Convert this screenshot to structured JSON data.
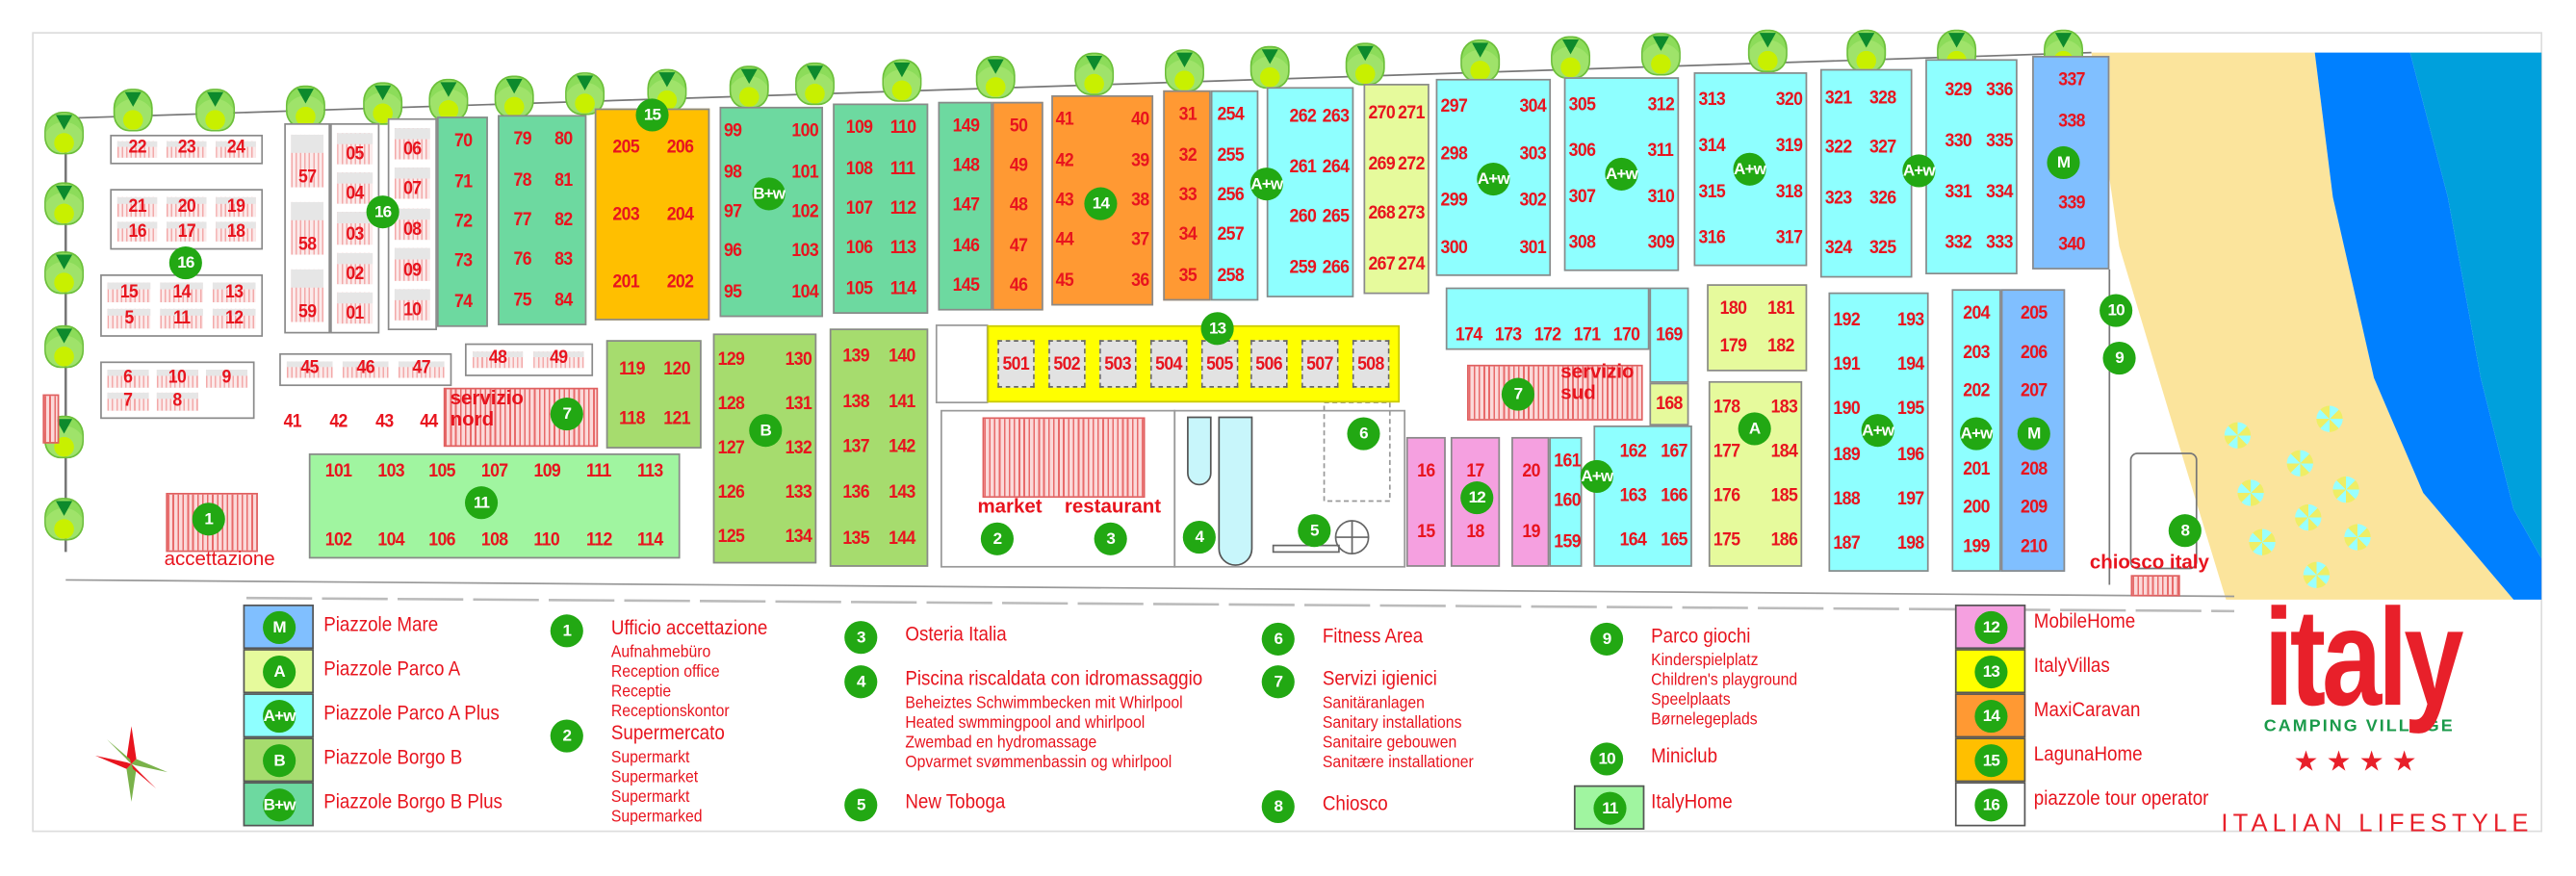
{
  "colors": {
    "mare": "#80bfff",
    "parco_a": "#e6fa9c",
    "parco_a_plus": "#8effff",
    "borgo_b": "#a6dc6e",
    "borgo_b_plus": "#6dd9a0",
    "mobilehome": "#f5a0e0",
    "italyvillas": "#ffff00",
    "maxicaravan": "#ff9933",
    "lagunahome": "#ffbf00",
    "italyhome": "#a0f5a0",
    "tour_operator": "#ffffff",
    "text_red": "#e8141e",
    "badge_green": "#22a813",
    "sand": "#fbe49c",
    "sea": "#0080ff",
    "deep_sea": "#00a0dc"
  },
  "map": {
    "blocks": [
      {
        "zone": "tour_operator",
        "pitches": [
          "22",
          "23",
          "24"
        ]
      },
      {
        "zone": "tour_operator",
        "pitches": [
          "21",
          "20",
          "19",
          "16",
          "17",
          "18"
        ]
      },
      {
        "zone": "tour_operator",
        "pitches": [
          "15",
          "14",
          "13",
          "5",
          "11",
          "12"
        ]
      },
      {
        "zone": "tour_operator",
        "pitches": [
          "6",
          "10",
          "9",
          "7",
          "8"
        ]
      },
      {
        "zone": "tour_operator",
        "pitches": [
          "57",
          "58",
          "59"
        ]
      },
      {
        "zone": "tour_operator",
        "pitches": [
          "05",
          "04",
          "03",
          "02",
          "01"
        ]
      },
      {
        "zone": "tour_operator",
        "pitches": [
          "06",
          "07",
          "08",
          "09",
          "10"
        ]
      },
      {
        "zone": "borgo_b_plus",
        "pitches": [
          "70",
          "71",
          "72",
          "73",
          "74"
        ]
      },
      {
        "zone": "borgo_b_plus",
        "pitches": [
          "79",
          "80",
          "78",
          "81",
          "77",
          "82",
          "76",
          "83",
          "75",
          "84"
        ]
      },
      {
        "zone": "lagunahome",
        "pitches": [
          "205",
          "206",
          "203",
          "204",
          "201",
          "202"
        ]
      },
      {
        "zone": "borgo_b_plus",
        "pitches": [
          "99",
          "100",
          "98",
          "101",
          "97",
          "102",
          "96",
          "103",
          "95",
          "104"
        ]
      },
      {
        "zone": "borgo_b_plus",
        "pitches": [
          "109",
          "110",
          "108",
          "111",
          "107",
          "112",
          "106",
          "113",
          "105",
          "114"
        ]
      },
      {
        "zone": "borgo_b_plus",
        "pitches": [
          "149",
          "148",
          "147",
          "146",
          "145"
        ]
      },
      {
        "zone": "maxicaravan",
        "pitches": [
          "50",
          "49",
          "48",
          "47",
          "46"
        ]
      },
      {
        "zone": "maxicaravan",
        "pitches": [
          "41",
          "40",
          "42",
          "39",
          "43",
          "38",
          "44",
          "37",
          "45",
          "36"
        ]
      },
      {
        "zone": "maxicaravan",
        "pitches": [
          "31",
          "32",
          "33",
          "34",
          "35"
        ]
      },
      {
        "zone": "parco_a_plus",
        "pitches": [
          "254",
          "255",
          "256",
          "257",
          "258"
        ]
      },
      {
        "zone": "parco_a_plus",
        "pitches": [
          "262",
          "263",
          "261",
          "264",
          "260",
          "265",
          "259",
          "266"
        ]
      },
      {
        "zone": "parco_a",
        "pitches": [
          "270",
          "271",
          "269",
          "272",
          "268",
          "273",
          "267",
          "274"
        ]
      },
      {
        "zone": "parco_a_plus",
        "pitches": [
          "297",
          "304",
          "298",
          "303",
          "299",
          "302",
          "300",
          "301"
        ]
      },
      {
        "zone": "parco_a_plus",
        "pitches": [
          "305",
          "312",
          "306",
          "311",
          "307",
          "310",
          "308",
          "309"
        ]
      },
      {
        "zone": "parco_a_plus",
        "pitches": [
          "313",
          "320",
          "314",
          "319",
          "315",
          "318",
          "316",
          "317"
        ]
      },
      {
        "zone": "parco_a_plus",
        "pitches": [
          "321",
          "328",
          "322",
          "327",
          "323",
          "326",
          "324",
          "325"
        ]
      },
      {
        "zone": "parco_a_plus",
        "pitches": [
          "329",
          "336",
          "330",
          "335",
          "331",
          "334",
          "332",
          "333"
        ]
      },
      {
        "zone": "mare",
        "pitches": [
          "337",
          "338",
          "339",
          "340"
        ]
      },
      {
        "zone": "borgo_b",
        "pitches": [
          "119",
          "120",
          "118",
          "121"
        ]
      },
      {
        "zone": "borgo_b",
        "pitches": [
          "129",
          "130",
          "128",
          "131",
          "127",
          "132",
          "126",
          "133",
          "125",
          "134"
        ]
      },
      {
        "zone": "borgo_b",
        "pitches": [
          "139",
          "140",
          "138",
          "141",
          "137",
          "142",
          "136",
          "143",
          "135",
          "144"
        ]
      },
      {
        "zone": "italyhome",
        "pitches": [
          "101",
          "103",
          "105",
          "107",
          "109",
          "111",
          "113",
          "102",
          "104",
          "106",
          "108",
          "110",
          "112",
          "114"
        ]
      },
      {
        "zone": "tour_operator",
        "pitches": [
          "45",
          "46",
          "47"
        ]
      },
      {
        "zone": "tour_operator",
        "pitches": [
          "48",
          "49"
        ]
      },
      {
        "zone": "italyvillas",
        "pitches": [
          "501",
          "502",
          "503",
          "504",
          "505",
          "506",
          "507",
          "508"
        ]
      },
      {
        "zone": "mobilehome",
        "pitches": [
          "16",
          "15"
        ]
      },
      {
        "zone": "mobilehome",
        "pitches": [
          "17",
          "18"
        ]
      },
      {
        "zone": "mobilehome",
        "pitches": [
          "20",
          "19"
        ]
      },
      {
        "zone": "parco_a_plus",
        "pitches": [
          "161",
          "160",
          "159"
        ]
      },
      {
        "zone": "parco_a_plus",
        "pitches": [
          "162",
          "167",
          "163",
          "166",
          "164",
          "165"
        ]
      },
      {
        "zone": "parco_a_plus",
        "pitches": [
          "174",
          "173",
          "172",
          "171",
          "170"
        ]
      },
      {
        "zone": "parco_a_plus",
        "pitches": [
          "169"
        ]
      },
      {
        "zone": "parco_a",
        "pitches": [
          "168"
        ]
      },
      {
        "zone": "parco_a",
        "pitches": [
          "180",
          "181",
          "179",
          "182"
        ]
      },
      {
        "zone": "parco_a",
        "pitches": [
          "178",
          "183",
          "177",
          "184",
          "176",
          "185",
          "175",
          "186"
        ]
      },
      {
        "zone": "parco_a_plus",
        "pitches": [
          "192",
          "193",
          "191",
          "194",
          "190",
          "195",
          "189",
          "196",
          "188",
          "197",
          "187",
          "198"
        ]
      },
      {
        "zone": "parco_a_plus",
        "pitches": [
          "204",
          "203",
          "202",
          "201",
          "200",
          "199"
        ]
      },
      {
        "zone": "mare",
        "pitches": [
          "205",
          "206",
          "207",
          "208",
          "209",
          "210"
        ]
      }
    ],
    "free_pitches": [
      "41",
      "42",
      "43",
      "44"
    ],
    "badges": [
      "16",
      "16",
      "15",
      "1",
      "7",
      "11",
      "B+w",
      "14",
      "A+w",
      "A+w",
      "A+w",
      "A+w",
      "A+w",
      "M",
      "B",
      "13",
      "2",
      "3",
      "4",
      "5",
      "6",
      "7",
      "12",
      "A+w",
      "A",
      "A+w",
      "A+w",
      "M",
      "10",
      "9",
      "8"
    ],
    "facility_labels": {
      "reception": "accettazione",
      "toilets_north": "servizio\nnord",
      "toilets_south": "servizio\nsud",
      "market": "market",
      "restaurant": "restaurant",
      "kiosk": "chiosco italy"
    }
  },
  "legend": {
    "zones": [
      {
        "badge": "M",
        "label": "Piazzole Mare",
        "zone": "mare"
      },
      {
        "badge": "A",
        "label": "Piazzole Parco A",
        "zone": "parco_a"
      },
      {
        "badge": "A+w",
        "label": "Piazzole Parco A Plus",
        "zone": "parco_a_plus"
      },
      {
        "badge": "B",
        "label": "Piazzole Borgo B",
        "zone": "borgo_b"
      },
      {
        "badge": "B+w",
        "label": "Piazzole Borgo B Plus",
        "zone": "borgo_b_plus"
      }
    ],
    "services": [
      {
        "num": "1",
        "title": "Ufficio accettazione",
        "lines": [
          "Aufnahmebüro",
          "Reception office",
          "Receptie",
          "Receptionskontor"
        ]
      },
      {
        "num": "2",
        "title": "Supermercato",
        "lines": [
          "Supermarkt",
          "Supermarket",
          "Supermarkt",
          "Supermarked"
        ]
      },
      {
        "num": "3",
        "title": "Osteria Italia",
        "lines": []
      },
      {
        "num": "4",
        "title": "Piscina riscaldata con idromassaggio",
        "lines": [
          "Beheiztes Schwimmbecken mit Whirlpool",
          "Heated swmmingpool and whirlpool",
          "Zwembad en hydromassage",
          "Opvarmet svømmenbassin og whirlpool"
        ]
      },
      {
        "num": "5",
        "title": "New Toboga",
        "lines": []
      },
      {
        "num": "6",
        "title": "Fitness Area",
        "lines": []
      },
      {
        "num": "7",
        "title": "Servizi igienici",
        "lines": [
          "Sanitäranlagen",
          "Sanitary installations",
          "Sanitaire gebouwen",
          "Sanitære installationer"
        ]
      },
      {
        "num": "8",
        "title": "Chiosco",
        "lines": []
      },
      {
        "num": "9",
        "title": "Parco giochi",
        "lines": [
          "Kinderspielplatz",
          "Children's playground",
          "Speelplaats",
          "Børnelegeplads"
        ]
      },
      {
        "num": "10",
        "title": "Miniclub",
        "lines": []
      }
    ],
    "accommodations": [
      {
        "badge": "11",
        "label": "ItalyHome",
        "zone": "italyhome"
      },
      {
        "badge": "12",
        "label": "MobileHome",
        "zone": "mobilehome"
      },
      {
        "badge": "13",
        "label": "ItalyVillas",
        "zone": "italyvillas"
      },
      {
        "badge": "14",
        "label": "MaxiCaravan",
        "zone": "maxicaravan"
      },
      {
        "badge": "15",
        "label": "LagunaHome",
        "zone": "lagunahome"
      },
      {
        "badge": "16",
        "label": "piazzole tour operator",
        "zone": "tour_operator"
      }
    ]
  },
  "logo": {
    "name": "italy",
    "tagline": "CAMPING VILLAGE",
    "stars": "★ ★ ★ ★",
    "slogan": "ITALIAN LIFESTYLE"
  },
  "compass_icon": "compass-rose-icon"
}
